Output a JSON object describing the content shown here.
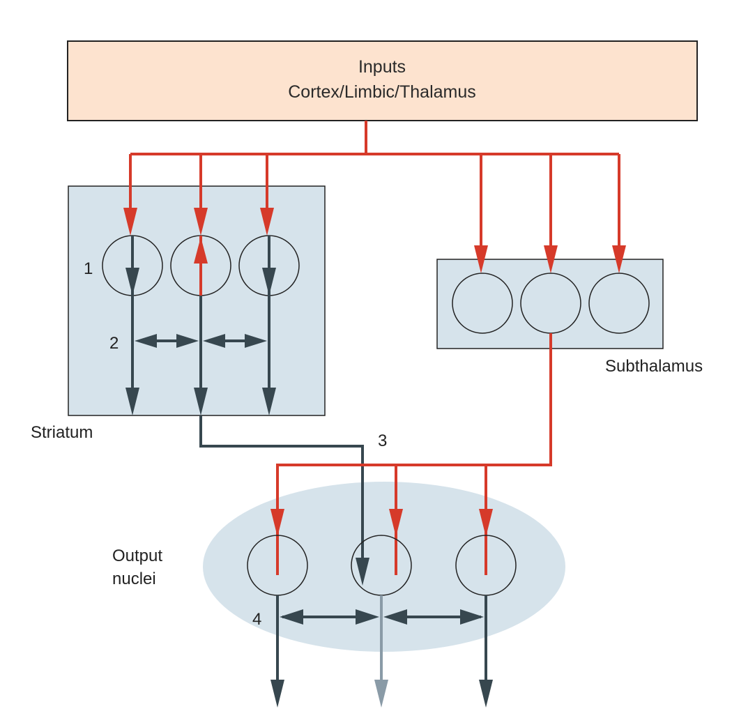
{
  "title": "Basal ganglia circuit diagram",
  "colors": {
    "excitatory": "#d63a2a",
    "inhibitory": "#37474f",
    "disinhibited": "#8a9ba7",
    "region_fill": "#d6e3eb",
    "input_fill": "#fde3cf",
    "outline": "#222222"
  },
  "inputs_box": {
    "line1": "Inputs",
    "line2": "Cortex/Limbic/Thalamus"
  },
  "regions": {
    "striatum": "Striatum",
    "subthalamus": "Subthalamus",
    "output_line1": "Output",
    "output_line2": "nuclei"
  },
  "step_labels": {
    "s1": "1",
    "s2": "2",
    "s3": "3",
    "s4": "4"
  }
}
